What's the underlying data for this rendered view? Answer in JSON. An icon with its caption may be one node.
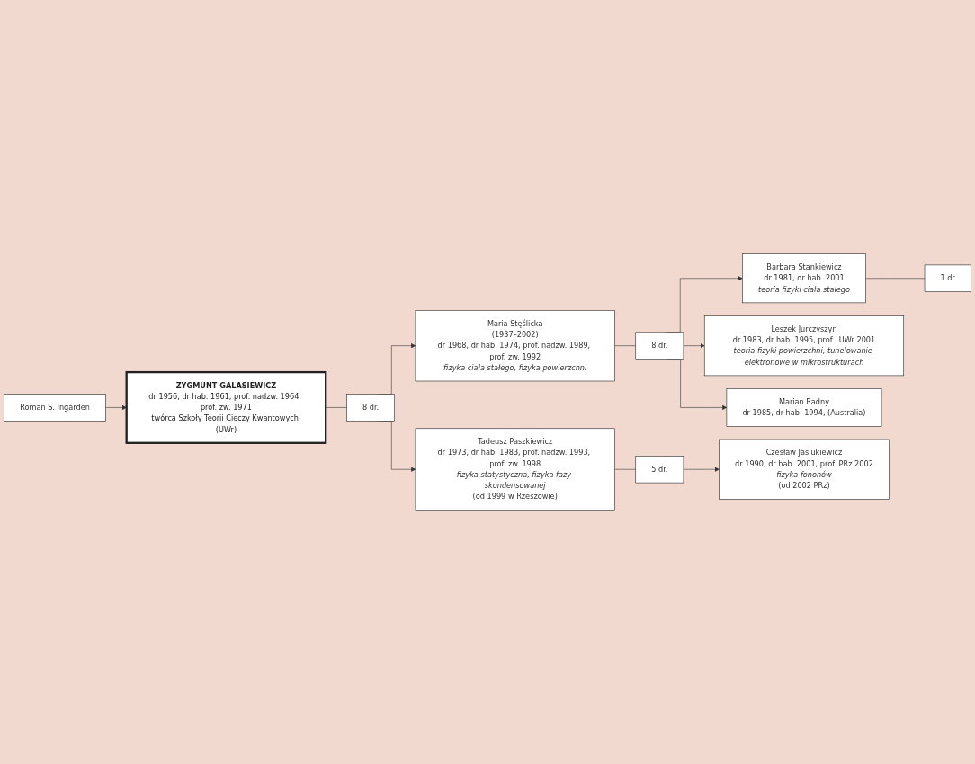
{
  "diagram": {
    "nodes": [
      {
        "text": [
          "ZYGMUNT GALASIEWICZ",
          "dr 1956, dr hab. 1961, prof. nadzw. 1964, prof. zw. 1971",
          "twórca Szkoły Teorii Cieczy Kwantowych (UWr)"
        ]
      },
      {
        "text": [
          "Roman S. Ingarden"
        ]
      },
      {
        "text": [
          "8 dr."
        ]
      },
      {
        "text": [
          "Maria Stęślicka",
          "(1937–2002)",
          "dr 1968, dr hab. 1974, prof. nadzw. 1989, prof. zw. 1992",
          "fizyka ciała stałego, fizyka powierzchni"
        ]
      },
      {
        "text": [
          "8 dr."
        ]
      },
      {
        "text": [
          "Barbara Stankiewicz",
          "dr 1981, dr hab. 2001",
          "teoria fizyki ciała stałego"
        ]
      },
      {
        "text": [
          "1 dr"
        ]
      },
      {
        "text": [
          "Leszek Jurczyszyn",
          "dr 1983, dr hab. 1995, prof.  UWr 2001",
          "teoria fizyki powierzchni, tunelowanie elektronowe w mikrostrukturach"
        ]
      },
      {
        "text": [
          "Marian Radny",
          "dr 1985, dr hab. 1994, (Australia)"
        ]
      },
      {
        "text": [
          "Tadeusz Paszkiewicz",
          "dr 1973, dr hab. 1983, prof. nadzw. 1993, prof. zw. 1998",
          "fizyka statystyczna, fizyka fazy skondensowanej",
          "(od 1999 w Rzeszowie)"
        ]
      },
      {
        "text": [
          "5 dr."
        ]
      },
      {
        "text": [
          "Czesław Jasiukiewicz",
          "dr 1990, dr hab. 2001, prof. PRz 2002",
          "fizyka fononów",
          "(od 2002 PRz)"
        ]
      }
    ],
    "edges": [
      {
        "from": 1,
        "to": 0,
        "arrow": "to"
      },
      {
        "from": 0,
        "to": 2,
        "arrow": "none"
      },
      {
        "from": 2,
        "to": 3,
        "arrow": "to"
      },
      {
        "from": 2,
        "to": 9,
        "arrow": "to"
      },
      {
        "from": 3,
        "to": 4,
        "arrow": "none"
      },
      {
        "from": 4,
        "to": 5,
        "arrow": "to"
      },
      {
        "from": 4,
        "to": 7,
        "arrow": "to"
      },
      {
        "from": 4,
        "to": 8,
        "arrow": "to"
      },
      {
        "from": 5,
        "to": 6,
        "arrow": "none"
      },
      {
        "from": 9,
        "to": 10,
        "arrow": "none"
      },
      {
        "from": 10,
        "to": 11,
        "arrow": "to"
      }
    ]
  }
}
